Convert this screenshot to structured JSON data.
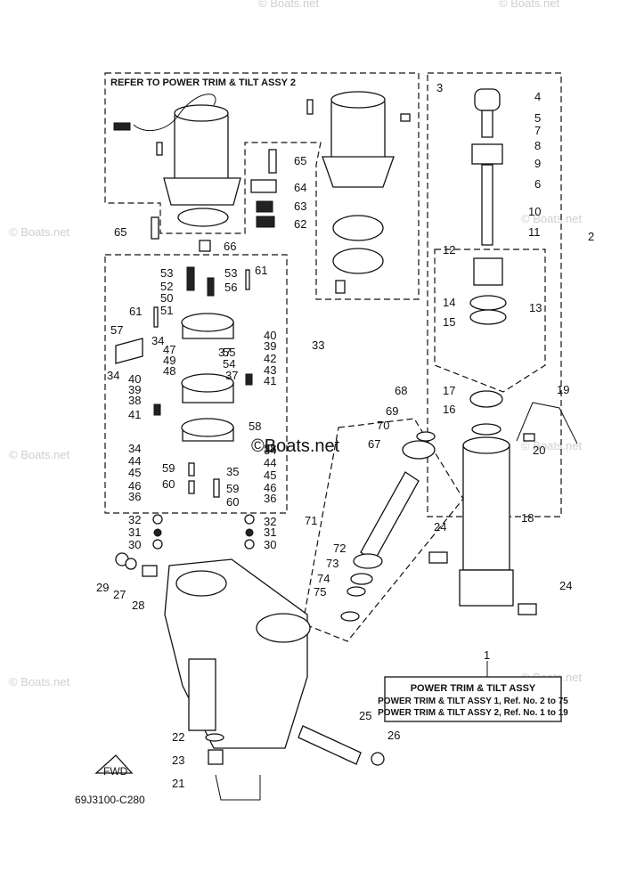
{
  "watermark": "© Boats.net",
  "watermark_center": "©Boats.net",
  "group_labels": {
    "assy2_header": "REFER TO POWER TRIM & TILT ASSY 2"
  },
  "reference_box": {
    "title": "POWER TRIM & TILT ASSY",
    "line1": "POWER TRIM & TILT ASSY 1,  Ref. No. 2 to 75",
    "line2": "POWER TRIM & TILT ASSY 2,  Ref. No. 1 to 19"
  },
  "fwd_label": "FWD",
  "diagram_code": "69J3100-C280",
  "callouts": {
    "c1": "1",
    "c2": "2",
    "c3": "3",
    "c4": "4",
    "c5": "5",
    "c6": "6",
    "c7": "7",
    "c8": "8",
    "c9": "9",
    "c10": "10",
    "c11": "11",
    "c12": "12",
    "c13": "13",
    "c14": "14",
    "c15": "15",
    "c16": "16",
    "c17": "17",
    "c18": "18",
    "c19": "19",
    "c20": "20",
    "c21": "21",
    "c22": "22",
    "c23": "23",
    "c24a": "24",
    "c24b": "24",
    "c25": "25",
    "c26": "26",
    "c27": "27",
    "c28": "28",
    "c29": "29",
    "c30a": "30",
    "c30b": "30",
    "c31a": "31",
    "c31b": "31",
    "c32a": "32",
    "c32b": "32",
    "c33": "33",
    "c34a": "34",
    "c34b": "34",
    "c34c": "34",
    "c34d": "34",
    "c35": "35",
    "c36a": "36",
    "c36b": "36",
    "c37a": "37",
    "c37b": "37",
    "c38a": "38",
    "c38b": "38",
    "c39a": "39",
    "c39b": "39",
    "c40a": "40",
    "c40b": "40",
    "c41a": "41",
    "c41b": "41",
    "c42": "42",
    "c43": "43",
    "c44a": "44",
    "c44b": "44",
    "c45a": "45",
    "c45b": "45",
    "c46a": "46",
    "c46b": "46",
    "c47": "47",
    "c48": "48",
    "c49": "49",
    "c50": "50",
    "c51": "51",
    "c52": "52",
    "c53a": "53",
    "c53b": "53",
    "c54": "54",
    "c55": "55",
    "c56": "56",
    "c57": "57",
    "c58": "58",
    "c59a": "59",
    "c59b": "59",
    "c60a": "60",
    "c60b": "60",
    "c61a": "61",
    "c61b": "61",
    "c62": "62",
    "c63": "63",
    "c64": "64",
    "c65a": "65",
    "c65b": "65",
    "c66": "66",
    "c67": "67",
    "c68": "68",
    "c69": "69",
    "c70": "70",
    "c71": "71",
    "c72": "72",
    "c73": "73",
    "c74": "74",
    "c75": "75"
  }
}
